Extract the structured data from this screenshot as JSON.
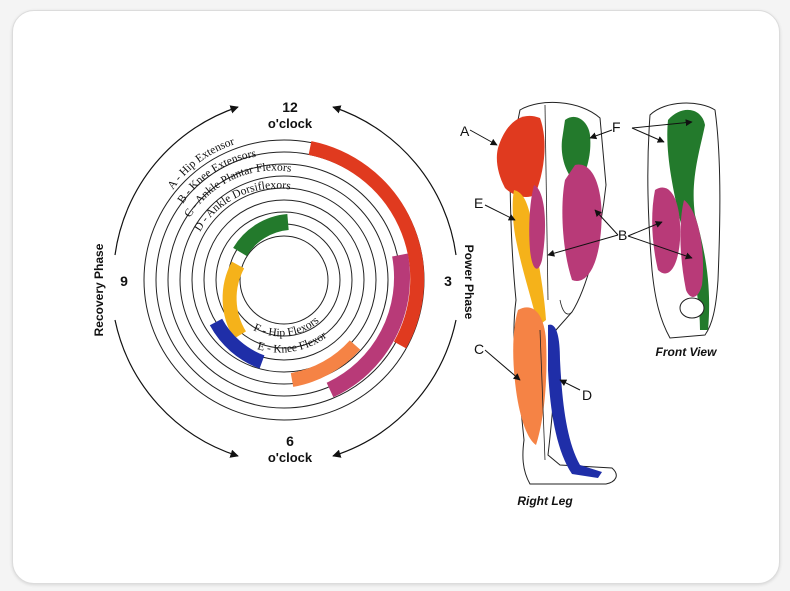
{
  "clock": {
    "twelve": "12",
    "twelve_sub": "o'clock",
    "six": "6",
    "six_sub": "o'clock",
    "three": "3",
    "nine": "9",
    "power_phase": "Power Phase",
    "recovery_phase": "Recovery Phase"
  },
  "rings": {
    "a": "A - Hip Extensor",
    "b": "B - Knee Extensors",
    "c": "C - Ankle Plantar Flexors",
    "d": "D - Ankle Dorsiflexors",
    "f": "F - Hip Flexors",
    "e": "E - Knee Flexor"
  },
  "leg": {
    "letters": [
      "A",
      "E",
      "C",
      "D",
      "B",
      "F"
    ],
    "right_leg": "Right Leg",
    "front_view": "Front View"
  },
  "colors": {
    "hip_extensor": "#e03a1f",
    "knee_extensors": "#b83a78",
    "ankle_plantar_flexors": "#f58345",
    "ankle_dorsiflexors": "#1f2ea8",
    "hip_flexors": "#237a2c",
    "knee_flexor": "#f5b21a"
  }
}
